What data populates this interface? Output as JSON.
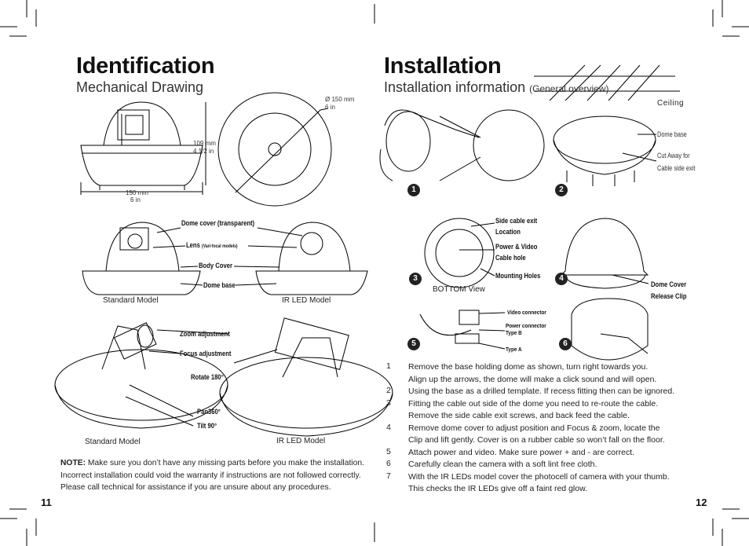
{
  "left": {
    "title": "Identification",
    "subtitle": "Mechanical Drawing",
    "dims": {
      "height_mm": "109 mm",
      "height_in": "4 1/2 in",
      "width_mm": "150 mm",
      "width_in": "6 in",
      "diam_mm": "Ø 150 mm",
      "diam_in": "6 in"
    },
    "labels": {
      "dome_cover": "Dome cover (transparent)",
      "lens": "Lens",
      "lens_note": "(Vari-focal models)",
      "body_cover": "Body Cover",
      "dome_base": "Dome base",
      "standard_model": "Standard Model",
      "ir_led_model": "IR LED Model",
      "zoom_adjustment": "Zoom adjustment",
      "focus_adjustment": "Focus adjustment",
      "rotate": "Rotate 180°",
      "pan": "Pan360°",
      "tilt": "Tilt 90°",
      "standard_model_2": "Standard Model",
      "ir_led_model_2": "IR LED Model"
    },
    "note_label": "NOTE:",
    "note_text": " Make sure you don’t have any missing parts before you make the installation.",
    "note_line2": "Incorrect installation could void the warranty if instructions are not followed correctly.",
    "note_line3": "Please call technical for assistance if you are unsure about any procedures.",
    "page_number": "11"
  },
  "right": {
    "title": "Installation",
    "subtitle": "Installation information",
    "subtitle_small": "(General overview)",
    "labels": {
      "ceiling": "Ceiling",
      "dome_base": "Dome base",
      "cut_away": "Cut Away for",
      "cable_side_exit": "Cable side exit",
      "side_cable_exit": "Side cable exit",
      "location": "Location",
      "power_video": "Power & Video",
      "cable_hole": "Cable hole",
      "mounting_holes": "Mounting Holes",
      "bottom_view": "BOTTOM  View",
      "dome_cover_release": "Dome Cover",
      "release_clip": "Release Clip",
      "video_connector": "Video connector",
      "power_connector": "Power connector",
      "type_b": "Type B",
      "type_a": "Type A"
    },
    "badges": [
      "1",
      "2",
      "3",
      "4",
      "5",
      "6"
    ],
    "steps": [
      {
        "num": "1",
        "lines": [
          "Remove the base holding dome as shown, turn right towards you.",
          "Align up the arrows, the dome will make a click sound and will open."
        ]
      },
      {
        "num": "2",
        "lines": [
          "Using the base as a drilled template. If recess fitting then can be ignored."
        ]
      },
      {
        "num": "3",
        "lines": [
          "Fitting the cable out side of the dome you need to re-route the cable.",
          "Remove the side cable exit screws, and back feed the cable."
        ]
      },
      {
        "num": "4",
        "lines": [
          "Remove dome cover to adjust position and Focus & zoom, locate the",
          "Clip and lift gently.  Cover is on a rubber cable so won’t fall on the floor."
        ]
      },
      {
        "num": "5",
        "lines": [
          "Attach power and video. Make sure power + and - are correct."
        ]
      },
      {
        "num": "6",
        "lines": [
          "Carefully clean the camera with a soft lint free cloth."
        ]
      },
      {
        "num": "7",
        "lines": [
          "With the IR LEDs model cover the photocell of camera with your thumb.",
          "This checks the IR LEDs give off a faint red glow."
        ]
      }
    ],
    "page_number": "12"
  }
}
